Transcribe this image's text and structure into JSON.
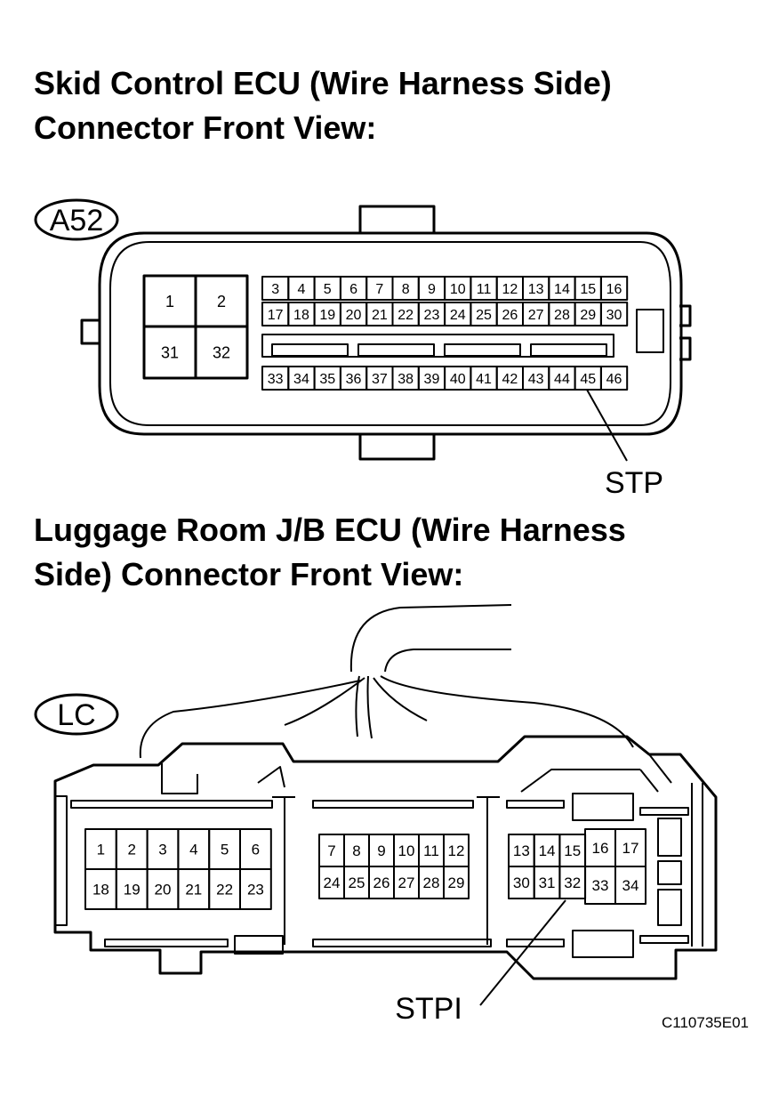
{
  "section1": {
    "title_line1": "Skid Control ECU (Wire Harness Side)",
    "title_line2": "Connector Front View:",
    "connector_code": "A52",
    "large_pins": [
      "1",
      "2",
      "31",
      "32"
    ],
    "row_top": [
      "3",
      "4",
      "5",
      "6",
      "7",
      "8",
      "9",
      "10",
      "11",
      "12",
      "13",
      "14",
      "15",
      "16"
    ],
    "row_mid": [
      "17",
      "18",
      "19",
      "20",
      "21",
      "22",
      "23",
      "24",
      "25",
      "26",
      "27",
      "28",
      "29",
      "30"
    ],
    "row_bottom": [
      "33",
      "34",
      "35",
      "36",
      "37",
      "38",
      "39",
      "40",
      "41",
      "42",
      "43",
      "44",
      "45",
      "46"
    ],
    "callout": "STP"
  },
  "section2": {
    "title_line1": "Luggage Room J/B ECU (Wire Harness",
    "title_line2": "Side) Connector Front View:",
    "connector_code": "LC",
    "group1_top": [
      "1",
      "2",
      "3",
      "4",
      "5",
      "6"
    ],
    "group1_bottom": [
      "18",
      "19",
      "20",
      "21",
      "22",
      "23"
    ],
    "group2_top": [
      "7",
      "8",
      "9",
      "10",
      "11",
      "12"
    ],
    "group2_bottom": [
      "24",
      "25",
      "26",
      "27",
      "28",
      "29"
    ],
    "group3_top": [
      "13",
      "14",
      "15"
    ],
    "group3_bottom": [
      "30",
      "31",
      "32"
    ],
    "group4_top": [
      "16",
      "17"
    ],
    "group4_bottom": [
      "33",
      "34"
    ],
    "callout": "STPI"
  },
  "figure_code": "C110735E01"
}
